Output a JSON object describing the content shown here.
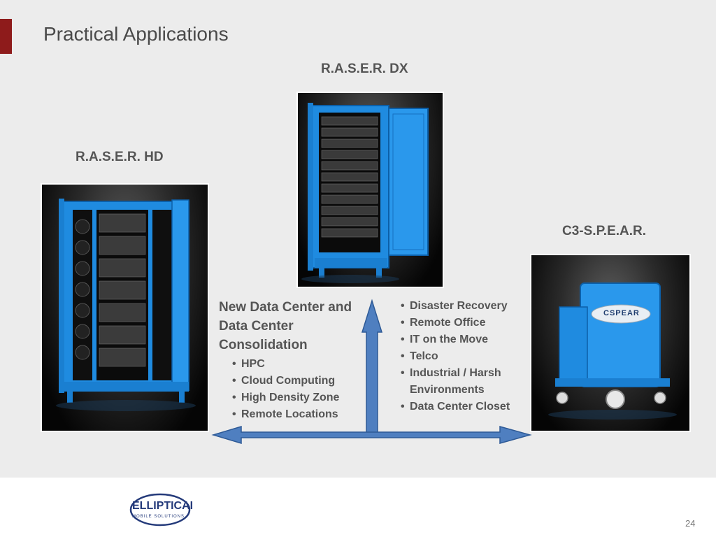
{
  "slide": {
    "title": "Practical Applications",
    "page_number": "24"
  },
  "products": {
    "center": {
      "name": "R.A.S.E.R. DX"
    },
    "left": {
      "name": "R.A.S.E.R. HD"
    },
    "right": {
      "name": "C3-S.P.E.A.R.",
      "badge": "CSPEAR"
    }
  },
  "left_text": {
    "heading": "New Data Center and Data Center Consolidation",
    "bullets": [
      "HPC",
      "Cloud Computing",
      "High Density Zone",
      "Remote Locations"
    ]
  },
  "right_text": {
    "bullets": [
      "Disaster Recovery",
      "Remote Office",
      "IT on the Move",
      "Telco",
      "Industrial / Harsh Environments",
      "Data Center Closet"
    ]
  },
  "logo": {
    "name": "ELLIPTICAL",
    "tagline": "MOBILE SOLUTIONS"
  },
  "colors": {
    "accent_bar": "#8e1b1b",
    "arrow_fill": "#4f7fc0",
    "cabinet_blue": "#1f8be0",
    "logo_blue": "#243a7a"
  }
}
